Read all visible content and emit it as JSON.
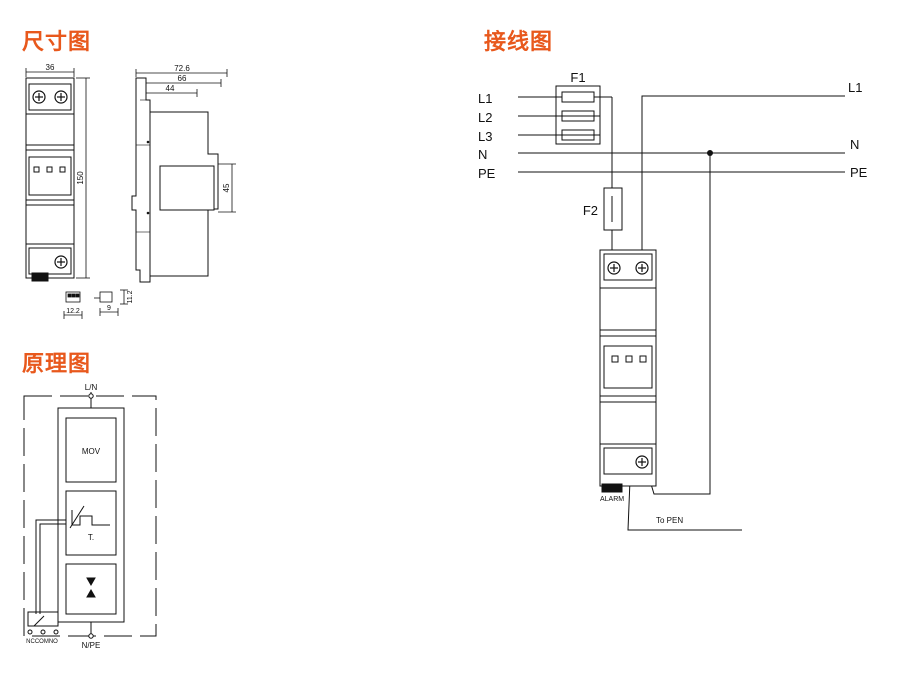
{
  "titles": {
    "dimension": "尺寸图",
    "wiring": "接线图",
    "schematic": "原理图"
  },
  "dimension": {
    "width_front": "36",
    "height": "150",
    "side_depth_total": "72.6",
    "side_depth_mid": "66",
    "side_depth_front": "44",
    "side_window_height": "45",
    "term_width": "12.2",
    "term_depth": "9",
    "term_height": "11.2"
  },
  "wiring": {
    "fuse_main": "F1",
    "fuse_branch": "F2",
    "line_l1": "L1",
    "line_l2": "L2",
    "line_l3": "L3",
    "line_n": "N",
    "line_pe": "PE",
    "right_l1": "L1",
    "right_n": "N",
    "right_pe": "PE",
    "alarm": "ALARM",
    "to_pen": "To PEN"
  },
  "schematic": {
    "top_terminal": "L/N",
    "bottom_terminal": "N/PE",
    "mov": "MOV",
    "thermal": "T.",
    "contacts": "NCCOMNO"
  },
  "colors": {
    "title": "#e8581c",
    "line": "#111111"
  }
}
